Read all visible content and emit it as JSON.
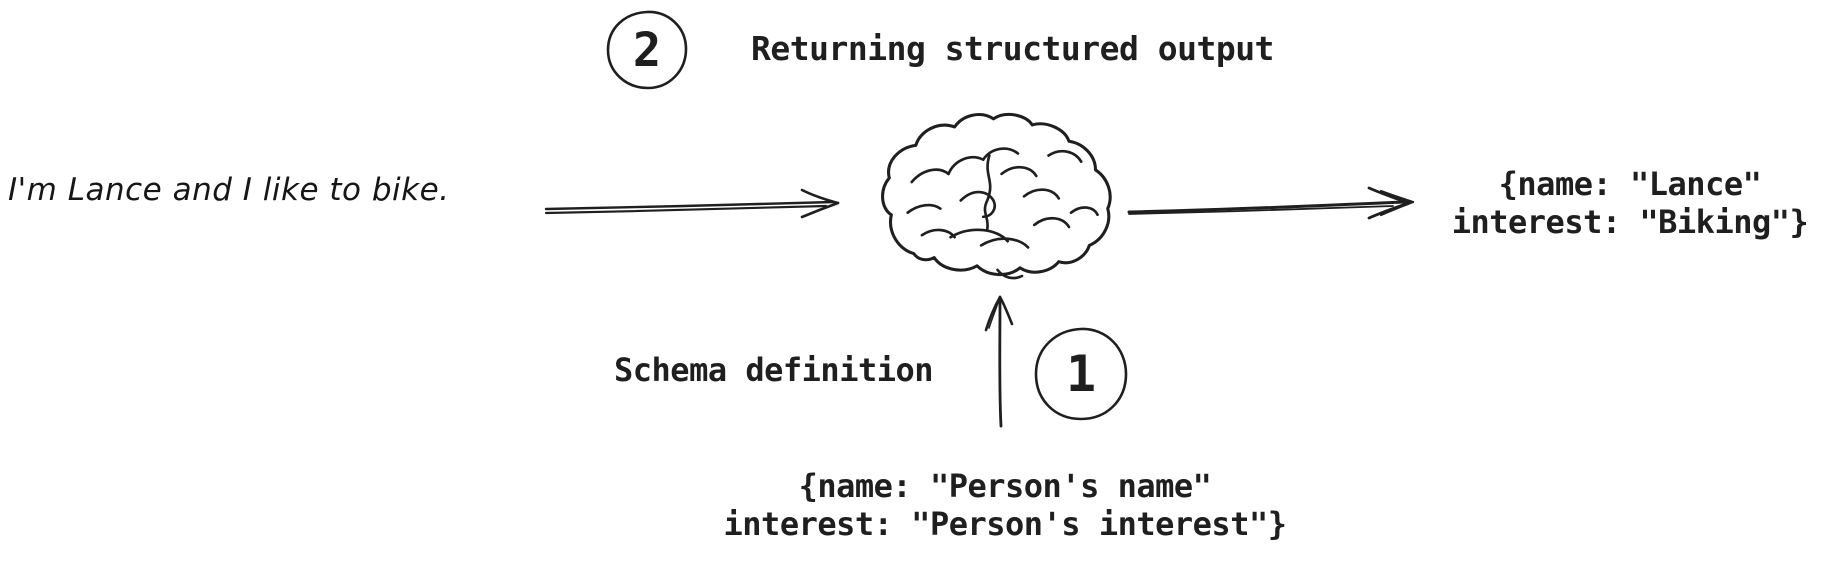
{
  "title": {
    "step_number": "2",
    "label": "Returning structured output"
  },
  "input": {
    "text": "I'm Lance and I like to bike."
  },
  "output": {
    "line1": "{name: \"Lance\"",
    "line2": "interest: \"Biking\"}"
  },
  "schema": {
    "step_number": "1",
    "label": "Schema definition",
    "line1": "{name: \"Person's name\"",
    "line2": "interest: \"Person's interest\"}"
  },
  "icons": {
    "model": "brain-icon",
    "input_arrow": "arrow-right-icon",
    "output_arrow": "arrow-right-icon",
    "schema_arrow": "arrow-up-icon"
  },
  "colors": {
    "ink": "#1f1f1f",
    "background": "#ffffff"
  }
}
